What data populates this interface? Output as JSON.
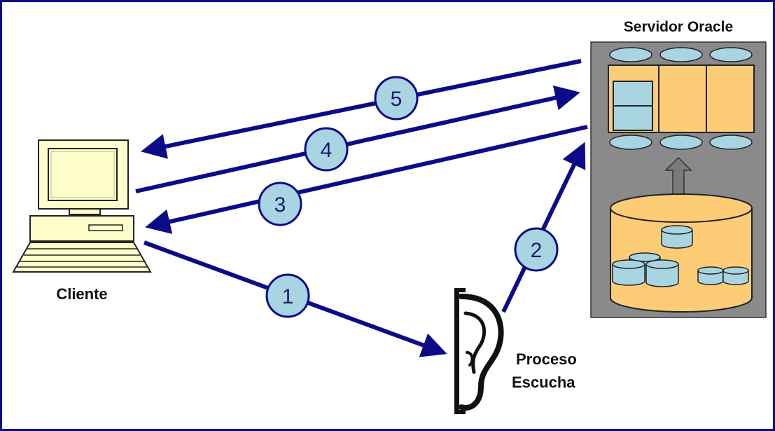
{
  "labels": {
    "server_title": "Servidor Oracle",
    "client": "Cliente",
    "listener_line1": "Proceso",
    "listener_line2": "Escucha"
  },
  "steps": [
    "1",
    "2",
    "3",
    "4",
    "5"
  ],
  "colors": {
    "arrow": "#0b0b8a",
    "step_fill": "#a9d4e2",
    "server_panel": "#8a8a8a",
    "memory_block": "#fccc77",
    "disk_fill": "#fccc77",
    "disk_item": "#a9d4e2",
    "frame_border": "#0d0d8c",
    "computer_body": "#ffffcc"
  },
  "icons": [
    "computer-icon",
    "ear-icon",
    "database-icon",
    "double-arrow-icon"
  ]
}
